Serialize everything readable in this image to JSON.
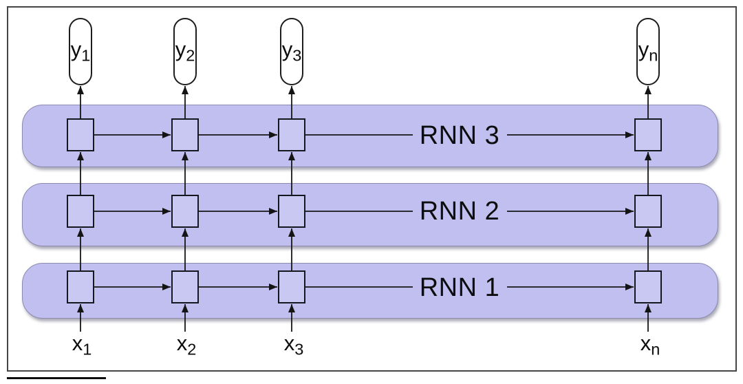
{
  "diagram": {
    "layers": [
      {
        "label": "RNN 3"
      },
      {
        "label": "RNN 2"
      },
      {
        "label": "RNN 1"
      }
    ],
    "outputs": [
      {
        "base": "y",
        "sub": "1"
      },
      {
        "base": "y",
        "sub": "2"
      },
      {
        "base": "y",
        "sub": "3"
      },
      {
        "base": "y",
        "sub": "n"
      }
    ],
    "inputs": [
      {
        "base": "x",
        "sub": "1"
      },
      {
        "base": "x",
        "sub": "2"
      },
      {
        "base": "x",
        "sub": "3"
      },
      {
        "base": "x",
        "sub": "n"
      }
    ]
  },
  "colors": {
    "band-fill": "#c0bff0",
    "band-border": "#8b8aae",
    "cell-fill": "#c9c8f3",
    "cell-border": "#16161e",
    "pill-fill": "#ffffff",
    "pill-border": "#1c1c1c",
    "line": "#141414",
    "frame-border": "#454545",
    "background": "#ffffff"
  }
}
